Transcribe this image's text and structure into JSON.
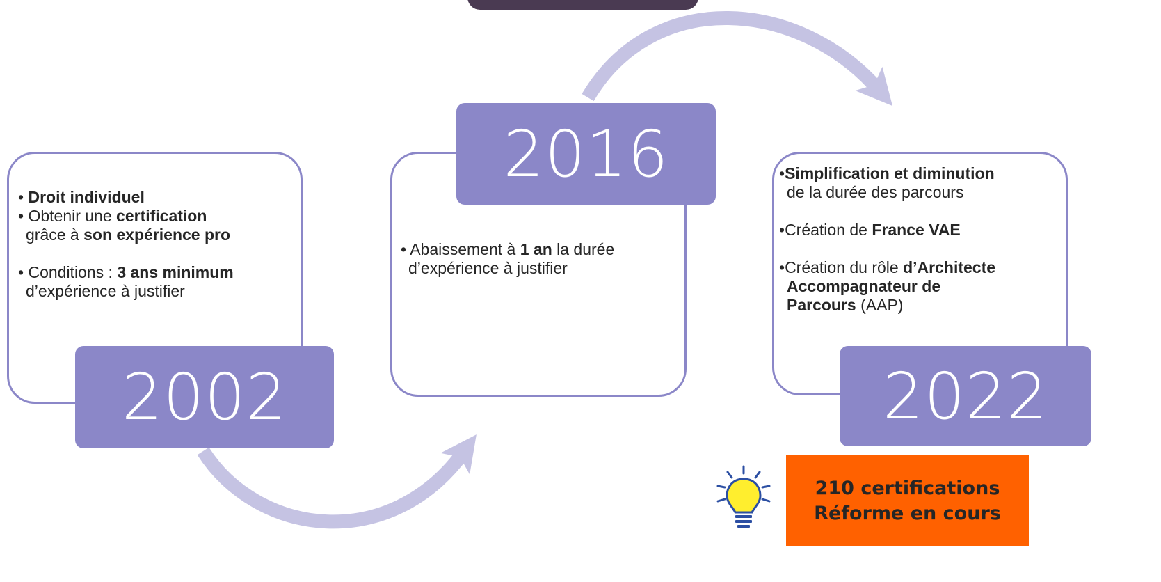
{
  "timeline": [
    {
      "year": "2002",
      "items": [
        {
          "bullet": "•",
          "parts": [
            {
              "t": "Droit individuel",
              "b": true
            }
          ]
        },
        {
          "bullet": "•",
          "parts": [
            {
              "t": "Obtenir une ",
              "b": false
            },
            {
              "t": "certification",
              "b": true
            }
          ],
          "cont": [
            {
              "t": "grâce à ",
              "b": false
            },
            {
              "t": "son expérience pro",
              "b": true
            }
          ]
        },
        {
          "gap": true
        },
        {
          "bullet": "•",
          "parts": [
            {
              "t": "Conditions : ",
              "b": false
            },
            {
              "t": "3 ans minimum",
              "b": true
            }
          ],
          "cont": [
            {
              "t": "d’expérience à justifier",
              "b": false
            }
          ]
        }
      ]
    },
    {
      "year": "2016",
      "items": [
        {
          "bullet": "•",
          "parts": [
            {
              "t": "Abaissement à ",
              "b": false
            },
            {
              "t": "1 an",
              "b": true
            },
            {
              "t": " la durée",
              "b": false
            }
          ],
          "cont": [
            {
              "t": "d’expérience à justifier",
              "b": false
            }
          ]
        }
      ]
    },
    {
      "year": "2022",
      "items": [
        {
          "bullet": "•",
          "parts": [
            {
              "t": "Simplification et diminution",
              "b": true
            }
          ],
          "cont": [
            {
              "t": "de la durée des parcours",
              "b": false
            }
          ]
        },
        {
          "gap": true
        },
        {
          "bullet": "•",
          "parts": [
            {
              "t": "Création de ",
              "b": false
            },
            {
              "t": "France VAE",
              "b": true
            }
          ]
        },
        {
          "gap": true
        },
        {
          "bullet": "•",
          "parts": [
            {
              "t": "Création du rôle ",
              "b": false
            },
            {
              "t": "d’Architecte",
              "b": true
            }
          ],
          "cont": [
            {
              "t": "Accompagnateur de",
              "b": true
            }
          ],
          "cont2": [
            {
              "t": "Parcours",
              "b": true
            },
            {
              "t": " (AAP)",
              "b": false
            }
          ]
        }
      ]
    }
  ],
  "callout": {
    "line1": "210 certifications",
    "line2": "Réforme en cours"
  },
  "icons": {
    "bulb": "lightbulb-icon",
    "arrow": "curved-arrow-icon"
  },
  "colors": {
    "accent": "#8b87c8",
    "arrow": "#c5c3e3",
    "callout": "#ff6100",
    "bulb": "#ffee2e"
  }
}
